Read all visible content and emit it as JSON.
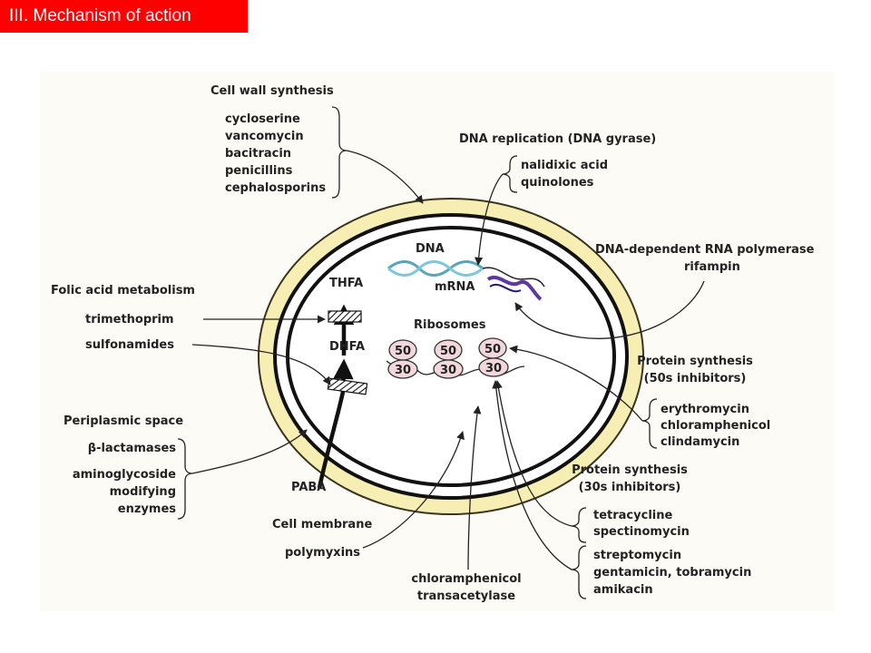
{
  "slide": {
    "title": "III. Mechanism of action"
  },
  "cell_wall": {
    "title": "Cell wall synthesis",
    "drugs": [
      "cycloserine",
      "vancomycin",
      "bacitracin",
      "penicillins",
      "cephalosporins"
    ]
  },
  "dna_replication": {
    "title": "DNA replication (DNA gyrase)",
    "drugs": [
      "nalidixic acid",
      "quinolones"
    ]
  },
  "rna_polymerase": {
    "title": "DNA-dependent RNA polymerase",
    "drugs": [
      "rifampin"
    ]
  },
  "folic_acid": {
    "title": "Folic acid metabolism",
    "drugs": [
      "trimethoprim",
      "sulfonamides"
    ]
  },
  "periplasmic": {
    "title": "Periplasmic space",
    "drugs": [
      "β-lactamases",
      "aminoglycoside",
      "modifying",
      "enzymes"
    ]
  },
  "protein_50s": {
    "title_lines": [
      "Protein synthesis",
      "(50s inhibitors)"
    ],
    "drugs": [
      "erythromycin",
      "chloramphenicol",
      "clindamycin"
    ]
  },
  "protein_30s": {
    "title_lines": [
      "Protein synthesis",
      "(30s inhibitors)"
    ],
    "drugs_group1": [
      "tetracycline",
      "spectinomycin"
    ],
    "drugs_group2": [
      "streptomycin",
      "gentamicin, tobramycin",
      "amikacin"
    ]
  },
  "cell_membrane": {
    "title": "Cell membrane",
    "drugs": [
      "polymyxins"
    ]
  },
  "transacetylase": {
    "lines": [
      "chloramphenicol",
      "transacetylase"
    ]
  },
  "inner": {
    "dna": "DNA",
    "mrna": "mRNA",
    "thfa": "THFA",
    "dhfa": "DHFA",
    "paba": "PABA",
    "ribosomes": "Ribosomes",
    "large_subunit": "50",
    "small_subunit": "30"
  },
  "colors": {
    "header_bg": "#ff0000",
    "cell_wall_fill": "#f7eeb4",
    "mrna_purple": "#5a3aa0",
    "dna_teal": "#7ec8d8",
    "ribosome_fill": "#f2d7dc"
  }
}
